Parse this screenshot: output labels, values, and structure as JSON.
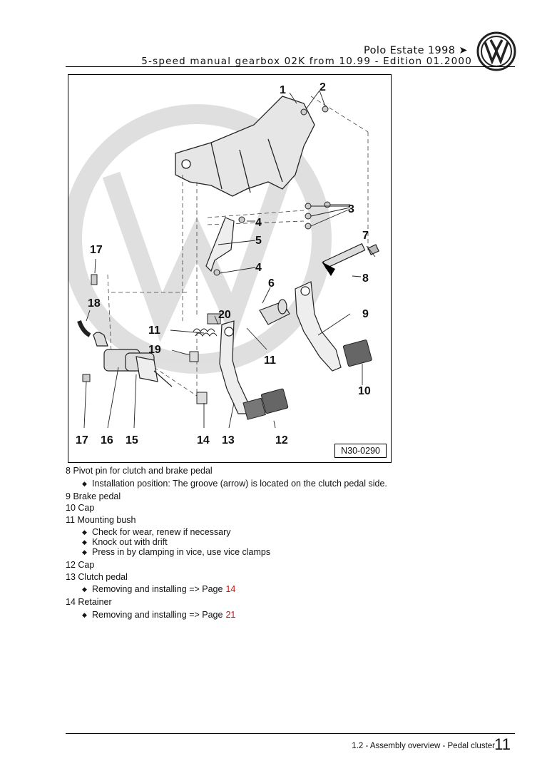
{
  "header": {
    "title": "Polo Estate 1998 ➤",
    "subtitle": "5-speed manual gearbox 02K from 10.99 - Edition 01.2000"
  },
  "logo": {
    "icon": "vw-logo-icon"
  },
  "diagram": {
    "figure_code": "N30-0290",
    "callouts": {
      "c1": "1",
      "c2": "2",
      "c3": "3",
      "c4a": "4",
      "c4b": "4",
      "c5": "5",
      "c6": "6",
      "c7": "7",
      "c8": "8",
      "c9": "9",
      "c10": "10",
      "c11a": "11",
      "c11b": "11",
      "c12": "12",
      "c13": "13",
      "c14": "14",
      "c15": "15",
      "c16": "16",
      "c17a": "17",
      "c17b": "17",
      "c18": "18",
      "c19": "19",
      "c20": "20"
    }
  },
  "items": [
    {
      "num": "8",
      "label": "Pivot pin for clutch and brake pedal",
      "notes": [
        {
          "text": "Installation position: The groove (arrow) is located on the clutch pedal side.",
          "link": ""
        }
      ]
    },
    {
      "num": "9",
      "label": "Brake pedal",
      "notes": []
    },
    {
      "num": "10",
      "label": "Cap",
      "notes": []
    },
    {
      "num": "11",
      "label": "Mounting bush",
      "notes": [
        {
          "text": "Check for wear, renew if necessary",
          "link": ""
        },
        {
          "text": "Knock out with drift",
          "link": ""
        },
        {
          "text": "Press in by clamping in vice, use vice clamps",
          "link": ""
        }
      ]
    },
    {
      "num": "12",
      "label": "Cap",
      "notes": []
    },
    {
      "num": "13",
      "label": "Clutch pedal",
      "notes": [
        {
          "text": "Removing and installing => Page",
          "link": "14"
        }
      ]
    },
    {
      "num": "14",
      "label": "Retainer",
      "notes": [
        {
          "text": "Removing and installing => Page",
          "link": "21"
        }
      ]
    }
  ],
  "footer": {
    "section": "1.2 - Assembly overview - Pedal cluster",
    "page": "11"
  }
}
